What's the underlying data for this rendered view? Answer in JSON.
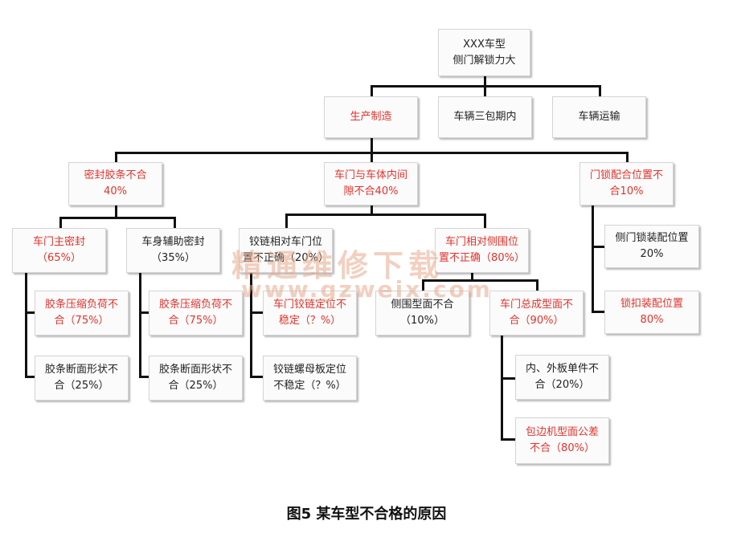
{
  "diagram": {
    "root": {
      "line1": "XXX车型",
      "line2": "侧门解锁力大"
    },
    "level1": {
      "production": "生产制造",
      "warranty": "车辆三包期内",
      "transport": "车辆运输"
    },
    "level2": {
      "seal": {
        "line1": "密封胶条不合",
        "line2": "40%"
      },
      "gap": {
        "line1": "车门与车体内间",
        "line2": "隙不合40%"
      },
      "lock": {
        "line1": "门锁配合位置不",
        "line2": "合10%"
      }
    },
    "level3": {
      "main_seal": {
        "line1": "车门主密封",
        "line2": "（65%）"
      },
      "aux_seal": {
        "line1": "车身辅助密封",
        "line2": "（35%）"
      },
      "hinge_pos": {
        "line1": "铰链相对车门位",
        "line2": "置不正确（20%）"
      },
      "side_pos": {
        "line1": "车门相对侧围位",
        "line2": "置不正确（80%）"
      },
      "lock_install": {
        "line1": "侧门锁装配位置",
        "line2": "20%"
      },
      "striker_install": {
        "line1": "锁扣装配位置",
        "line2": "80%"
      }
    },
    "level4": {
      "main_compress": {
        "line1": "胶条压缩负荷不",
        "line2": "合（75%）"
      },
      "main_section": {
        "line1": "胶条断面形状不",
        "line2": "合（25%）"
      },
      "aux_compress": {
        "line1": "胶条压缩负荷不",
        "line2": "合（75%）"
      },
      "aux_section": {
        "line1": "胶条断面形状不",
        "line2": "合（25%）"
      },
      "hinge_fix": {
        "line1": "车门铰链定位不",
        "line2": "稳定（？%）"
      },
      "hinge_nut": {
        "line1": "铰链螺母板定位",
        "line2": "不稳定（？%）"
      },
      "side_profile": {
        "line1": "侧围型面不合",
        "line2": "（10%）"
      },
      "door_profile": {
        "line1": "车门总成型面不",
        "line2": "合（90%）"
      }
    },
    "level5": {
      "panel": {
        "line1": "内、外板单件不",
        "line2": "合（20%）"
      },
      "hemming": {
        "line1": "包边机型面公差",
        "line2": "不合（80%）"
      }
    }
  },
  "watermark": {
    "text": "精通维修下载",
    "url": "www.gzweix.com"
  },
  "caption": "图5  某车型不合格的原因",
  "colors": {
    "highlight": "#e2322b",
    "normal": "#222222",
    "connector": "#111111"
  }
}
